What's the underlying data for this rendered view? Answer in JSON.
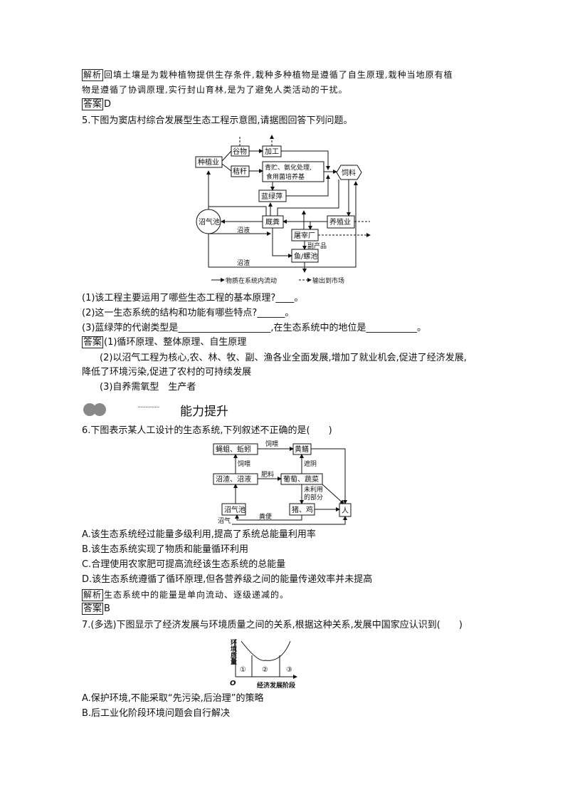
{
  "q4": {
    "analysis_tag": "解析",
    "analysis_line1": "回填土壤是为栽种植物提供生存条件,栽种多种植物是遵循了自生原理,栽种当地原有植",
    "analysis_line2": "物是遵循了协调原理,实行封山育林,是为了避免人类活动的干扰。",
    "answer_tag": "答案",
    "answer": "D"
  },
  "q5": {
    "stem": "5.下图为窦店村综合发展型生态工程示意图,请据图回答下列问题。",
    "diagram": {
      "nodes": {
        "zhongzhi": "种植业",
        "guwu": "谷物",
        "jiagong": "加工",
        "jiegan": "秸秆",
        "qingzhu1": "青贮、氨化处理,",
        "qingzhu2": "食用菌培养基",
        "siliao": "饲料",
        "lanlvping": "蓝绿萍",
        "zhaoqichi": "沼气池",
        "jiufen": "厩粪",
        "yangzhi": "养殖业",
        "tuzai": "屠宰厂",
        "yuluo": "鱼/螺池"
      },
      "labels": {
        "zhaoye": "沼液",
        "zhaozha": "沼渣",
        "fuchanpin": "副产品"
      },
      "legend_solid": "物质在系统内流动",
      "legend_dashed": "输出到市场"
    },
    "sub1": "(1)该工程主要运用了哪些生态工程的基本原理?____。",
    "sub2": "(2)这一生态系统的结构和功能有哪些特点?______。",
    "sub3": "(3)蓝绿萍的代谢类型是____________________,在生态系统中的地位是___________。",
    "answer_tag": "答案",
    "ans1": "(1)循环原理、整体原理、自生原理",
    "ans2a": "(2)以沼气工程为核心,农、林、牧、副、渔各业全面发展,增加了就业机会,促进了经济发展,",
    "ans2b": "降低了环境污染,促进了农村的可持续发展",
    "ans3": "(3)自养需氧型　生产者"
  },
  "section": {
    "dots": "··············",
    "title": "能力提升"
  },
  "q6": {
    "stem": "6.下图表示某人工设计的生态系统,下列叙述不正确的是(　　)",
    "diagram": {
      "nodes": {
        "yingqu": "蝇蛆、蚯蚓",
        "huangshan": "黄鳝",
        "zhazhaye": "沼渣、沼液",
        "putao": "葡萄、蔬菜",
        "zhaoqichi": "沼气池",
        "zhuji": "猪、鸡",
        "ren": "人"
      },
      "labels": {
        "siwei1": "饲喂",
        "siwei2": "饲喂",
        "feiliao": "肥料",
        "zheyin": "遮阴",
        "weiliyong1": "未利用",
        "weiliyong2": "的部分",
        "fenbian": "粪便",
        "zhaoqi": "沼气"
      }
    },
    "options": [
      "A.该生态系统经过能量多级利用,提高了系统总能量利用率",
      "B.该生态系统实现了物质和能量循环利用",
      "C.合理使用农家肥可提高流经该生态系统的总能量",
      "D.该生态系统遵循了循环原理,但各营养级之间的能量传递效率并未提高"
    ],
    "analysis_tag": "解析",
    "analysis": "生态系统中的能量是单向流动、逐级递减的。",
    "answer_tag": "答案",
    "answer": "B"
  },
  "q7": {
    "stem": "7.(多选)下图显示了经济发展与环境质量之间的关系,根据这种关系,发展中国家应认识到(　　)",
    "chart_data": {
      "type": "line",
      "ylabel": "环境质量",
      "xlabel": "经济发展阶段",
      "origin": "O",
      "regions": [
        "①",
        "②",
        "③"
      ],
      "shape": "U-shaped curve"
    },
    "options": [
      "A.保护环境,不能采取“先污染,后治理”的策略",
      "B.后工业化阶段环境问题会自行解决"
    ]
  }
}
